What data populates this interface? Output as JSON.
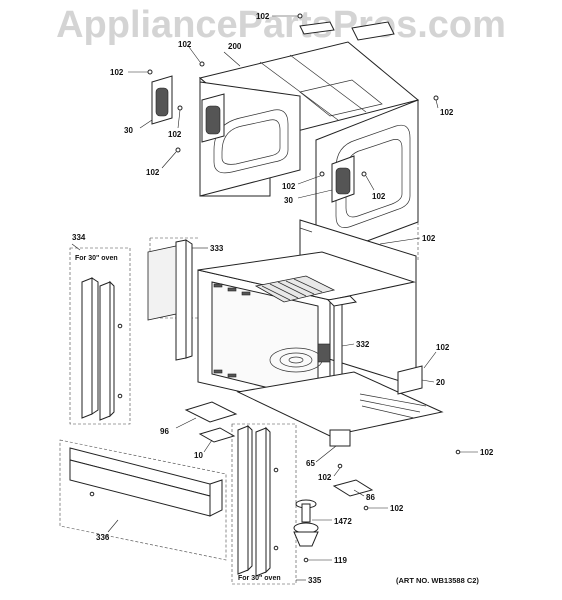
{
  "watermark": "AppliancePartsPros.com",
  "art_number": "(ART NO. WB13588 C2)",
  "notes": {
    "left_panel": "For 30\" oven",
    "bottom_panel": "For 30\" oven"
  },
  "callouts": {
    "c102_top": "102",
    "c102_left_top": "102",
    "c102_mid_top": "102",
    "c200": "200",
    "c30_left": "30",
    "c102_left_mid": "102",
    "c102_left_low": "102",
    "c102_right_top": "102",
    "c102_center": "102",
    "c102_center2": "102",
    "c30_right": "30",
    "c102_right_mid": "102",
    "c334": "334",
    "c333": "333",
    "c332": "332",
    "c102_right_low": "102",
    "c20": "20",
    "c96": "96",
    "c10": "10",
    "c65": "65",
    "c102_bottom_right": "102",
    "c102_bottom_mid": "102",
    "c86": "86",
    "c102_bottom_mid2": "102",
    "c1472": "1472",
    "c119": "119",
    "c336": "336",
    "c335": "335"
  }
}
